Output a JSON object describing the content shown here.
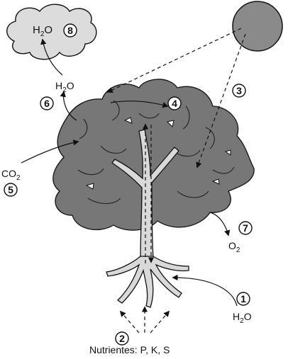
{
  "labels": {
    "h2o_top": "H",
    "h2o_top_sub": "2",
    "h2o_top_end": "O",
    "h2o_left": "H",
    "h2o_left_sub": "2",
    "h2o_left_end": "O",
    "h2o_root": "H",
    "h2o_root_sub": "2",
    "h2o_root_end": "O",
    "co2": "CO",
    "co2_sub": "2",
    "o2": "O",
    "o2_sub": "2",
    "nutrients": "Nutrientes: P, K, S"
  },
  "markers": [
    "1",
    "2",
    "3",
    "4",
    "5",
    "6",
    "7",
    "8"
  ],
  "colors": {
    "foliage": "#777777",
    "trunk": "#d9d9d9",
    "sun": "#8a8a8a",
    "cloud": "#dcdcdc",
    "outline": "#111111"
  }
}
